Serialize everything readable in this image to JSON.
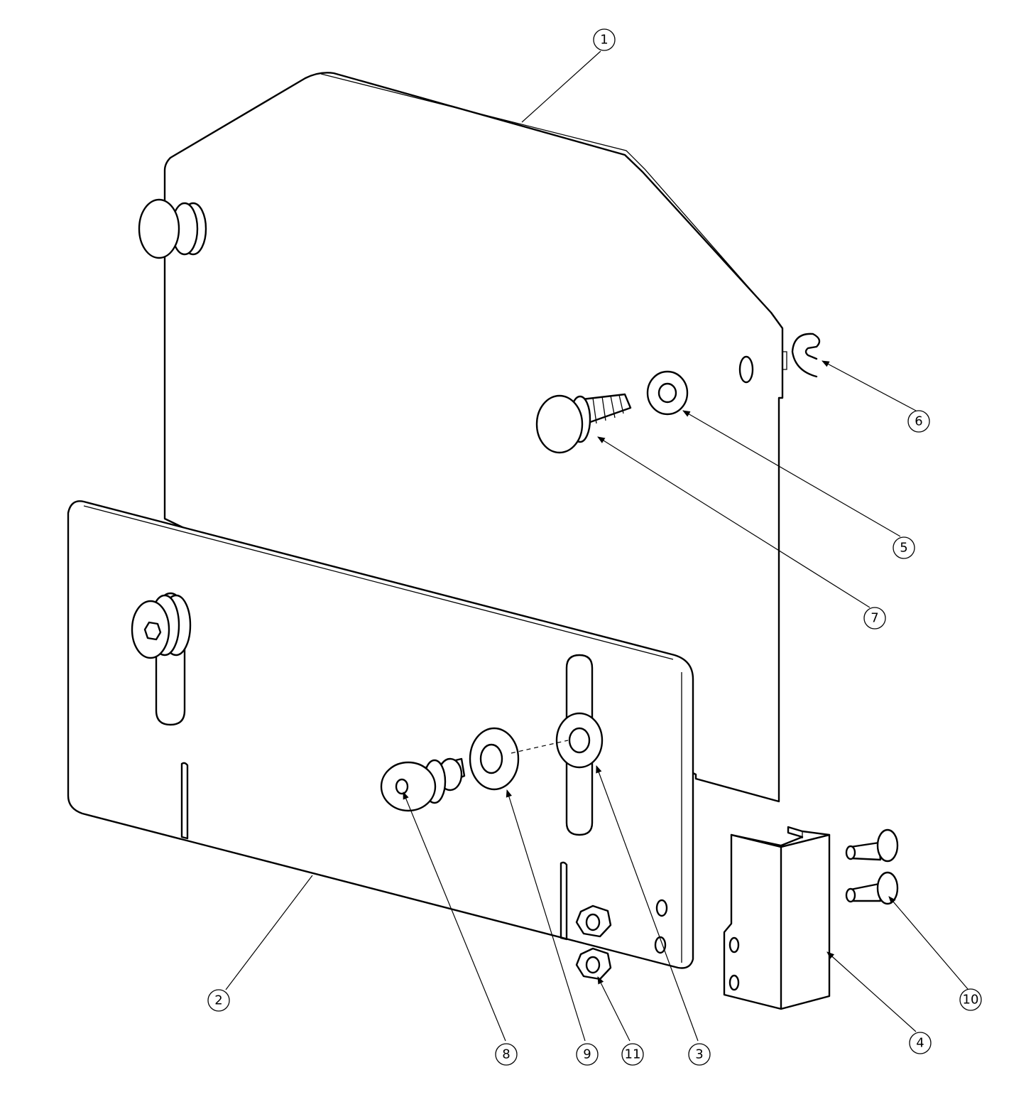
{
  "balloons": [
    {
      "id": "callout-1",
      "label": "1"
    },
    {
      "id": "callout-2",
      "label": "2"
    },
    {
      "id": "callout-3",
      "label": "3"
    },
    {
      "id": "callout-4",
      "label": "4"
    },
    {
      "id": "callout-5",
      "label": "5"
    },
    {
      "id": "callout-6",
      "label": "6"
    },
    {
      "id": "callout-7",
      "label": "7"
    },
    {
      "id": "callout-8",
      "label": "8"
    },
    {
      "id": "callout-9",
      "label": "9"
    },
    {
      "id": "callout-10",
      "label": "10"
    },
    {
      "id": "callout-11",
      "label": "11"
    }
  ]
}
